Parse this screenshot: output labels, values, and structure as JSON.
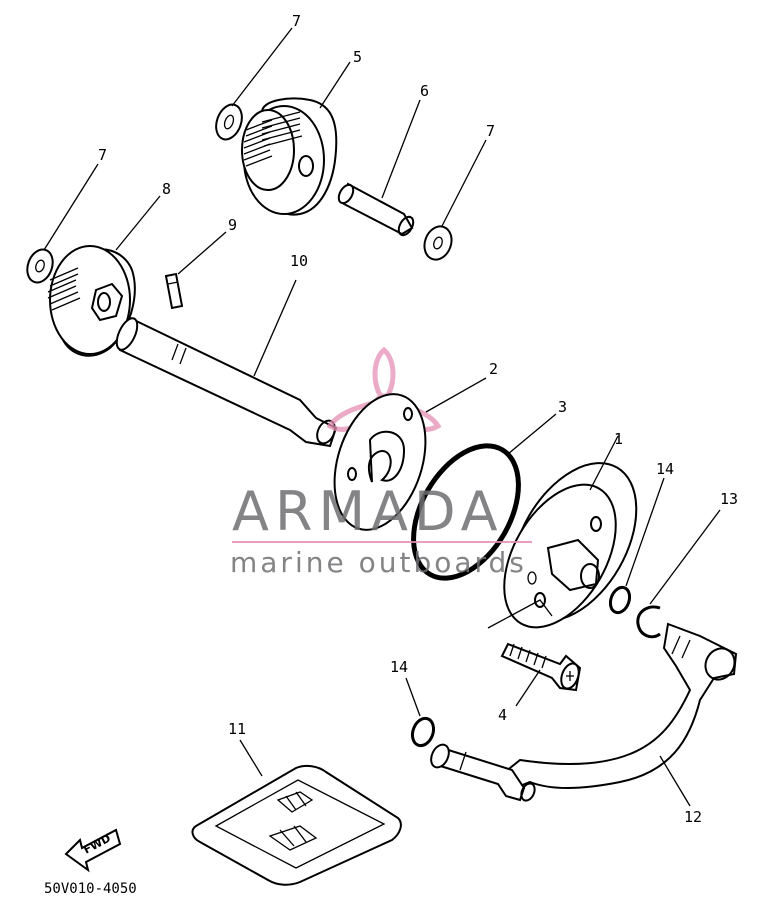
{
  "diagram": {
    "callouts": [
      {
        "id": "c7a",
        "label": "7"
      },
      {
        "id": "c5",
        "label": "5"
      },
      {
        "id": "c6",
        "label": "6"
      },
      {
        "id": "c7b",
        "label": "7"
      },
      {
        "id": "c7c",
        "label": "7"
      },
      {
        "id": "c8",
        "label": "8"
      },
      {
        "id": "c9",
        "label": "9"
      },
      {
        "id": "c10",
        "label": "10"
      },
      {
        "id": "c2",
        "label": "2"
      },
      {
        "id": "c3",
        "label": "3"
      },
      {
        "id": "c1",
        "label": "1"
      },
      {
        "id": "c14a",
        "label": "14"
      },
      {
        "id": "c13",
        "label": "13"
      },
      {
        "id": "c14b",
        "label": "14"
      },
      {
        "id": "c4",
        "label": "4"
      },
      {
        "id": "c11",
        "label": "11"
      },
      {
        "id": "c12",
        "label": "12"
      }
    ],
    "fwd_label": "FWD",
    "part_number": "50V010-4050"
  },
  "watermark": {
    "title": "ARMADA",
    "subtitle": "marine outboards",
    "accent_color": "#e58fb5",
    "text_color": "#6f6f73"
  }
}
